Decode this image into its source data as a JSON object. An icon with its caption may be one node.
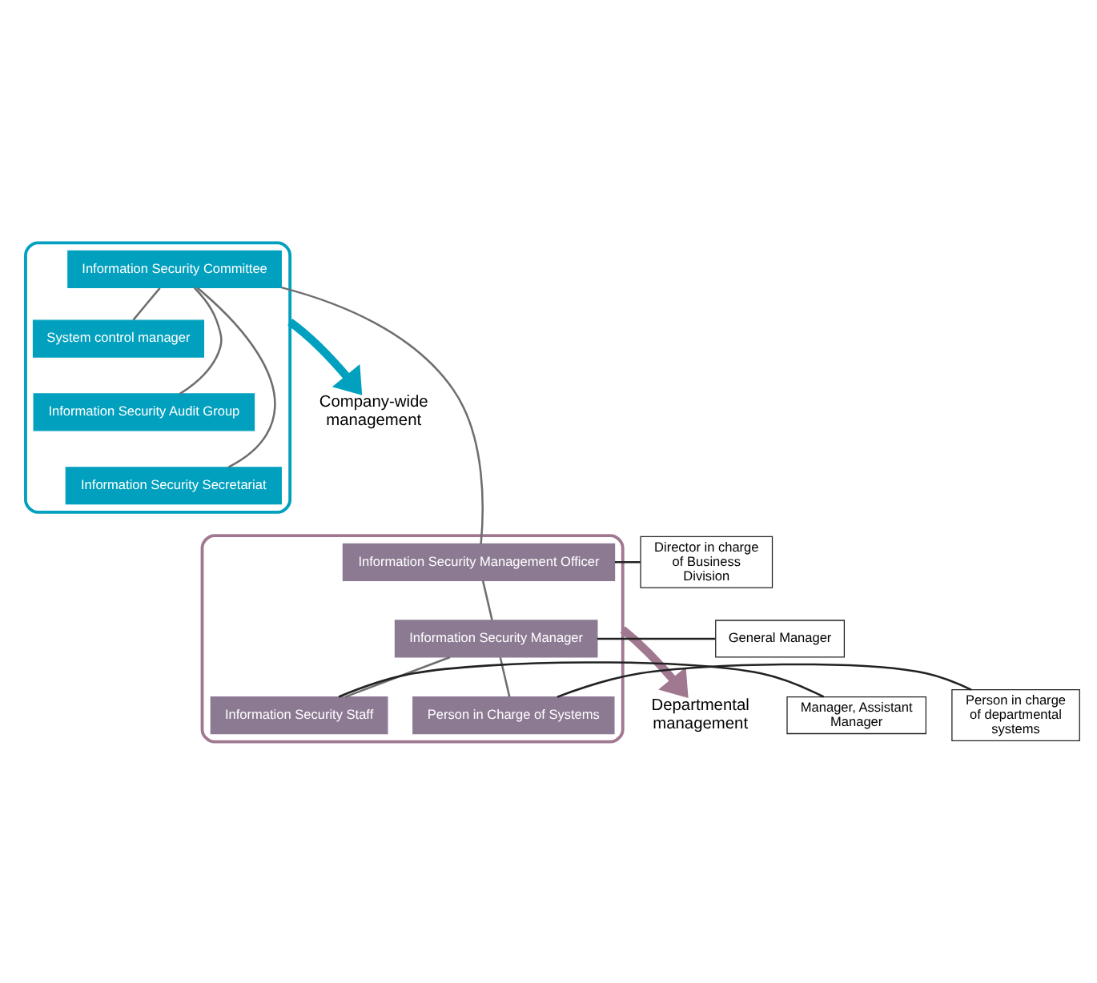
{
  "diagram": {
    "nodes": [
      {
        "text": [],
        "shape": "box"
      },
      {
        "text": [
          "Information Security Committee"
        ],
        "in": 0
      },
      {
        "text": [
          "System control manager"
        ],
        "in": 0
      },
      {
        "text": [
          "Information Security Audit Group"
        ],
        "in": 0
      },
      {
        "text": [
          "Information Security Secretariat"
        ],
        "in": 0
      },
      {
        "text": [
          "Company-wide management"
        ]
      },
      {
        "text": [],
        "shape": "box"
      },
      {
        "text": [
          "Information Security Management Officer"
        ],
        "in": 6
      },
      {
        "text": [
          "Information Security Manager"
        ],
        "in": 6
      },
      {
        "text": [
          "Information Security Staff"
        ],
        "in": 6
      },
      {
        "text": [
          "Person in Charge of Systems"
        ],
        "in": 6
      },
      {
        "text": [
          "Departmental management"
        ]
      },
      {
        "text": [
          "Director in charge of Business Division"
        ]
      },
      {
        "text": [
          "General Manager"
        ]
      },
      {
        "text": [
          "Manager, Assistant Manager"
        ]
      },
      {
        "text": [
          "Person in charge of departmental systems"
        ]
      }
    ],
    "edges": [
      {
        "from": 0,
        "to": 5,
        "arrow": "to",
        "style": "thick",
        "color": "#00a0be"
      },
      {
        "from": 1,
        "to": 2,
        "arrow": "none"
      },
      {
        "from": 1,
        "to": 3,
        "arrow": "none"
      },
      {
        "from": 1,
        "to": 4,
        "arrow": "none"
      },
      {
        "from": 1,
        "to": 7,
        "arrow": "none"
      },
      {
        "from": 7,
        "to": 8,
        "arrow": "none"
      },
      {
        "from": 8,
        "to": 9,
        "arrow": "none"
      },
      {
        "from": 8,
        "to": 10,
        "arrow": "none"
      },
      {
        "from": 6,
        "to": 11,
        "arrow": "to",
        "style": "thick",
        "color": "#a07890"
      },
      {
        "from": 12,
        "to": 7,
        "arrow": "none",
        "color": "#222222"
      },
      {
        "from": 13,
        "to": 8,
        "arrow": "none",
        "color": "#222222"
      },
      {
        "from": 14,
        "to": 9,
        "arrow": "none",
        "color": "#222222"
      },
      {
        "from": 15,
        "to": 10,
        "arrow": "none",
        "color": "#222222"
      }
    ]
  }
}
